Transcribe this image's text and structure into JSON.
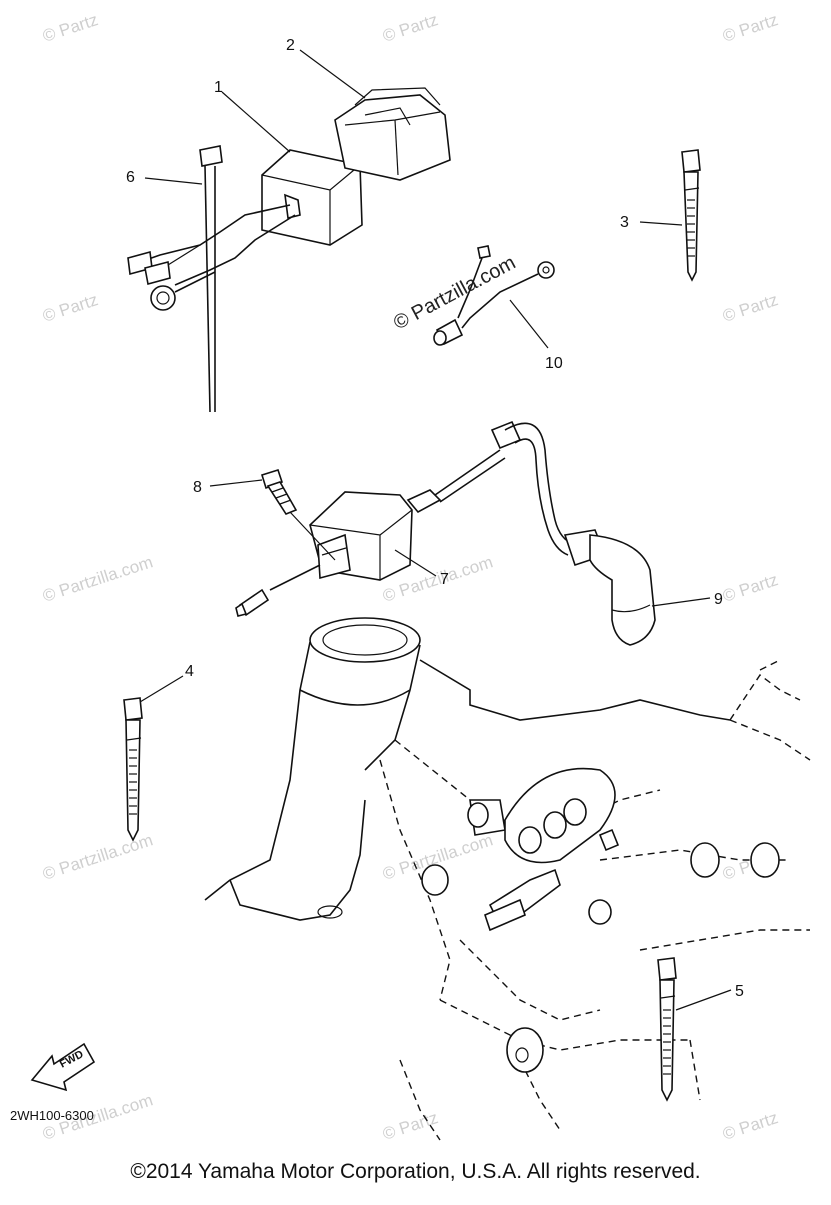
{
  "diagram": {
    "callouts": [
      {
        "id": "1",
        "label": "1"
      },
      {
        "id": "2",
        "label": "2"
      },
      {
        "id": "3",
        "label": "3"
      },
      {
        "id": "4",
        "label": "4"
      },
      {
        "id": "5",
        "label": "5"
      },
      {
        "id": "6",
        "label": "6"
      },
      {
        "id": "7",
        "label": "7"
      },
      {
        "id": "8",
        "label": "8"
      },
      {
        "id": "9",
        "label": "9"
      },
      {
        "id": "10",
        "label": "10"
      }
    ],
    "watermark_text": "© Partzilla.com",
    "watermark_short": "© Partz",
    "fwd_label": "FWD",
    "diagram_code": "2WH100-6300",
    "copyright": "©2014  Yamaha Motor Corporation, U.S.A. All rights reserved."
  }
}
